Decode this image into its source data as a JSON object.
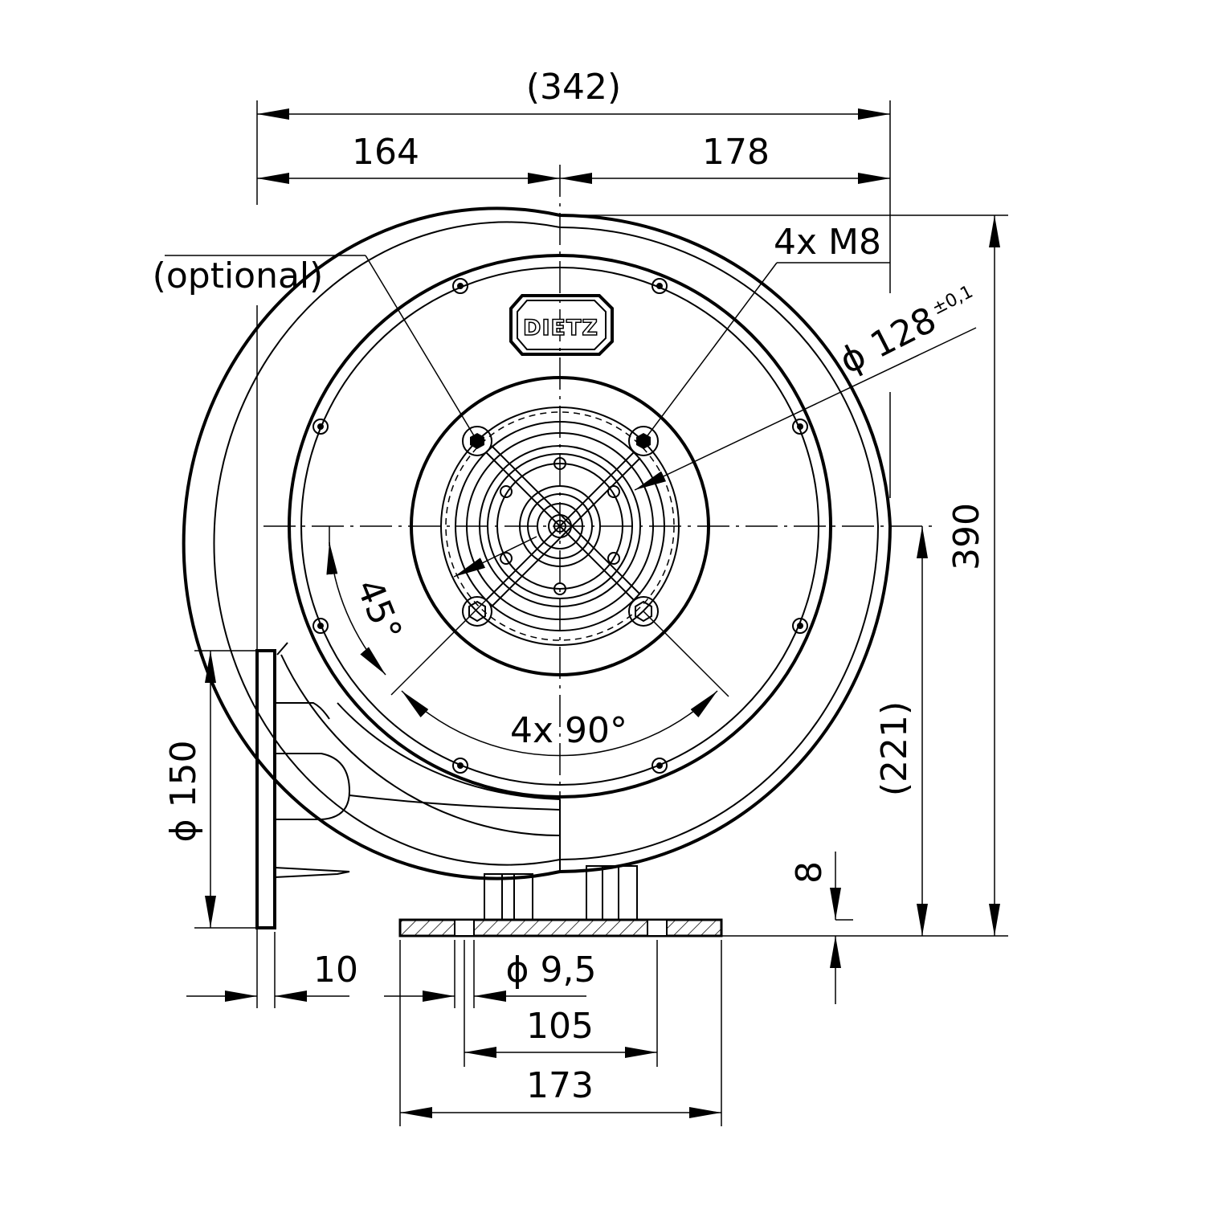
{
  "drawing": {
    "brand_logo": "DIETZ",
    "dimensions": {
      "overall_width": "(342)",
      "left_width": "164",
      "right_width": "178",
      "overall_height": "390",
      "center_height": "(221)",
      "foot_thickness": "8",
      "outlet_diameter": "ϕ  150",
      "flange_thickness": "10",
      "hole_diameter": "ϕ 9,5",
      "hole_spacing": "105",
      "foot_width": "173",
      "inlet_diameter": "ϕ 128",
      "inlet_tolerance": "±0,1",
      "bolt_spec": "4x  M8",
      "angle_spacing": "4x 90°",
      "angle_offset": "45°",
      "optional_note": "(optional)"
    }
  }
}
